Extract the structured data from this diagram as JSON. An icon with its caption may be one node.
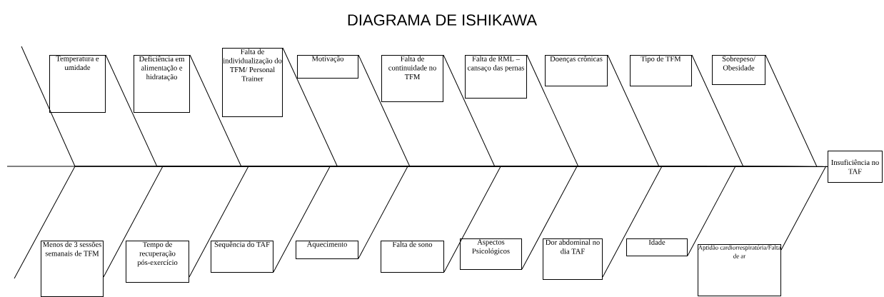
{
  "diagram": {
    "title": "DIAGRAMA DE ISHIKAWA",
    "nodes": [
      {
        "text": [
          "Insuficiência no TAF"
        ]
      },
      {
        "text": [
          "Temperatura e umidade"
        ]
      },
      {
        "text": [
          "Deficiência em alimentação e hidratação"
        ]
      },
      {
        "text": [
          "Falta de individualização do TFM/ Personal Trainer"
        ]
      },
      {
        "text": [
          "Motivação"
        ]
      },
      {
        "text": [
          "Falta de continuidade no TFM"
        ]
      },
      {
        "text": [
          "Falta de RML – cansaço das pernas"
        ]
      },
      {
        "text": [
          "Doenças crônicas"
        ]
      },
      {
        "text": [
          "Tipo de TFM"
        ]
      },
      {
        "text": [
          "Sobrepeso/ Obesidade"
        ]
      },
      {
        "text": [
          "Menos de 3 sessões semanais de TFM"
        ]
      },
      {
        "text": [
          "Tempo de recuperação pós-exercício"
        ]
      },
      {
        "text": [
          "Sequência do TAF"
        ]
      },
      {
        "text": [
          "Aquecimento"
        ]
      },
      {
        "text": [
          "Falta de sono"
        ]
      },
      {
        "text": [
          "Aspectos Psicológicos"
        ]
      },
      {
        "text": [
          "Dor abdominal no dia TAF"
        ]
      },
      {
        "text": [
          "Idade"
        ]
      },
      {
        "text": [
          "Aptidão cardiorrespiratória/Falta de ar"
        ]
      }
    ],
    "edges": [
      {
        "from": null,
        "to": 0,
        "arrow": "none"
      },
      {
        "from": 1,
        "to": 0,
        "arrow": "none"
      },
      {
        "from": 2,
        "to": 0,
        "arrow": "none"
      },
      {
        "from": 3,
        "to": 0,
        "arrow": "none"
      },
      {
        "from": 4,
        "to": 0,
        "arrow": "none"
      },
      {
        "from": 5,
        "to": 0,
        "arrow": "none"
      },
      {
        "from": 6,
        "to": 0,
        "arrow": "none"
      },
      {
        "from": 7,
        "to": 0,
        "arrow": "none"
      },
      {
        "from": 8,
        "to": 0,
        "arrow": "none"
      },
      {
        "from": 9,
        "to": 0,
        "arrow": "none"
      },
      {
        "from": null,
        "to": 0,
        "arrow": "none"
      },
      {
        "from": 10,
        "to": 0,
        "arrow": "none"
      },
      {
        "from": 11,
        "to": 0,
        "arrow": "none"
      },
      {
        "from": 12,
        "to": 0,
        "arrow": "none"
      },
      {
        "from": 13,
        "to": 0,
        "arrow": "none"
      },
      {
        "from": 14,
        "to": 0,
        "arrow": "none"
      },
      {
        "from": 15,
        "to": 0,
        "arrow": "none"
      },
      {
        "from": 16,
        "to": 0,
        "arrow": "none"
      },
      {
        "from": 17,
        "to": 0,
        "arrow": "none"
      },
      {
        "from": 18,
        "to": 0,
        "arrow": "none"
      },
      {
        "from": null,
        "to": 0,
        "arrow": "none"
      }
    ]
  }
}
